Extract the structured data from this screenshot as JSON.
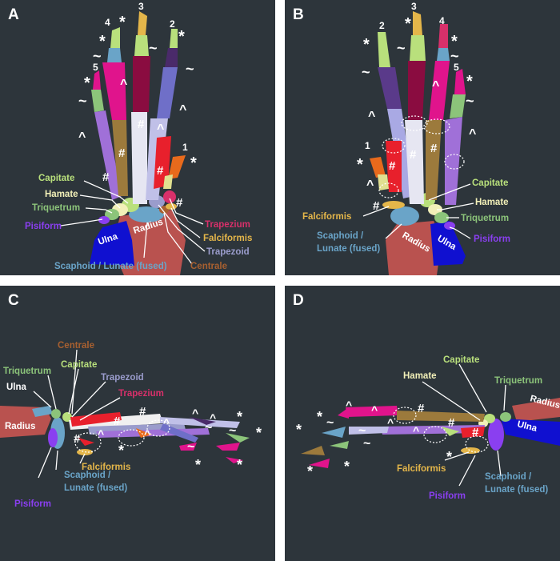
{
  "panels": {
    "a": {
      "letter": "A"
    },
    "b": {
      "letter": "B"
    },
    "c": {
      "letter": "C"
    },
    "d": {
      "letter": "D"
    }
  },
  "symbols": {
    "star": "*",
    "tilde": "~",
    "caret": "^",
    "hash": "#"
  },
  "digits": {
    "d1": "1",
    "d2": "2",
    "d3": "3",
    "d4": "4",
    "d5": "5"
  },
  "labels": {
    "capitate": "Capitate",
    "hamate": "Hamate",
    "triquetrum": "Triquetrum",
    "pisiform": "Pisiform",
    "ulna": "Ulna",
    "radius": "Radius",
    "trapezium": "Trapezium",
    "falciformis": "Falciformis",
    "trapezoid": "Trapezoid",
    "centrale": "Centrale",
    "scaphoid_lunate_line1": "Scaphoid /",
    "scaphoid_lunate_line2": "Lunate (fused)",
    "scaphoid_lunate_fused": "Scaphoid / Lunate (fused)"
  },
  "colors": {
    "background": "#2d353b",
    "capitate": "#b9e07c",
    "hamate": "#f2f0b8",
    "triquetrum": "#8cc47a",
    "pisiform": "#8a3ff0",
    "ulna": "#1010d0",
    "radius": "#b9524f",
    "trapezium": "#d8306a",
    "falciformis": "#e4b64a",
    "trapezoid": "#9a9ccc",
    "centrale": "#a86030",
    "scaphoid_lunate": "#6aa4c8",
    "digit1": "#e8202c",
    "digit2": "#6f6fc8",
    "digit3": "#f0f0f0",
    "digit4": "#9c7a3c",
    "digit5": "#a070d8",
    "magenta": "#e0148c",
    "maroon": "#8a0c40"
  }
}
